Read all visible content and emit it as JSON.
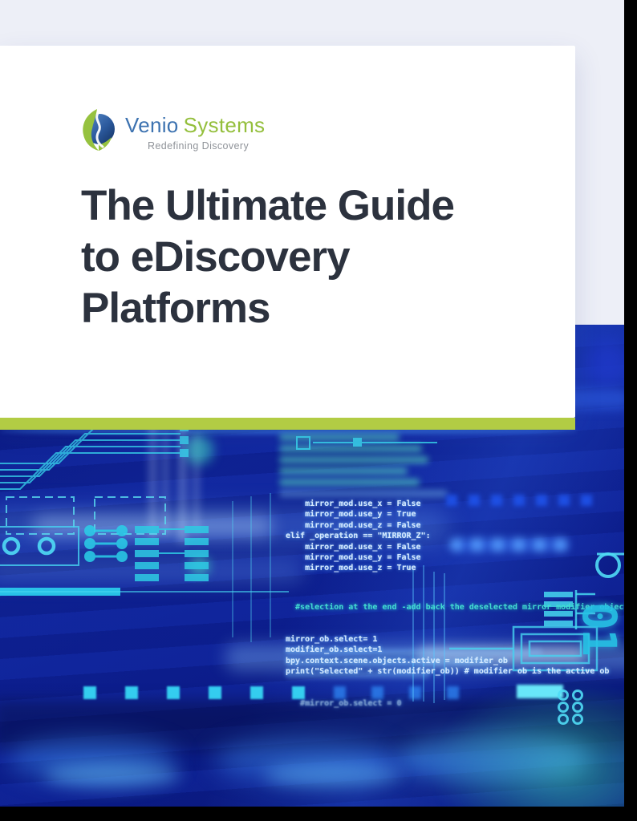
{
  "colors": {
    "backdrop": "#edeff7",
    "card": "#ffffff",
    "stripe": "#b2cc44",
    "title": "#2c323e",
    "brand-blue": "#3c72b0",
    "brand-green": "#94bf3c",
    "tagline-gray": "#8f9399",
    "hero-navy": "#0c1b8c",
    "trace-cyan": "#38d8ee",
    "code-light": "#d3e9ff",
    "code-teal": "#43ddd2",
    "frame-black": "#000000"
  },
  "logo": {
    "name_primary": "Venio",
    "name_secondary": "Systems",
    "tagline": "Redefining Discovery"
  },
  "cover": {
    "title_lines": [
      "The Ultimate Guide",
      "to eDiscovery",
      "Platforms"
    ]
  },
  "code": {
    "block_a_lines": [
      "    mirror_mod.use_x = False",
      "    mirror_mod.use_y = True",
      "    mirror_mod.use_z = False",
      "elif _operation == \"MIRROR_Z\":",
      "    mirror_mod.use_x = False",
      "    mirror_mod.use_y = False",
      "    mirror_mod.use_z = True"
    ],
    "block_b_comment": "  #selection at the end -add back the deselected mirror modifier object",
    "block_b_lines": [
      "mirror_ob.select= 1",
      "modifier_ob.select=1",
      "bpy.context.scene.objects.active = modifier_ob",
      "print(\"Selected\" + str(modifier_ob)) # modifier ob is the active ob"
    ],
    "block_b_dim": "   #mirror_ob.select = 0",
    "numeral": "01"
  }
}
